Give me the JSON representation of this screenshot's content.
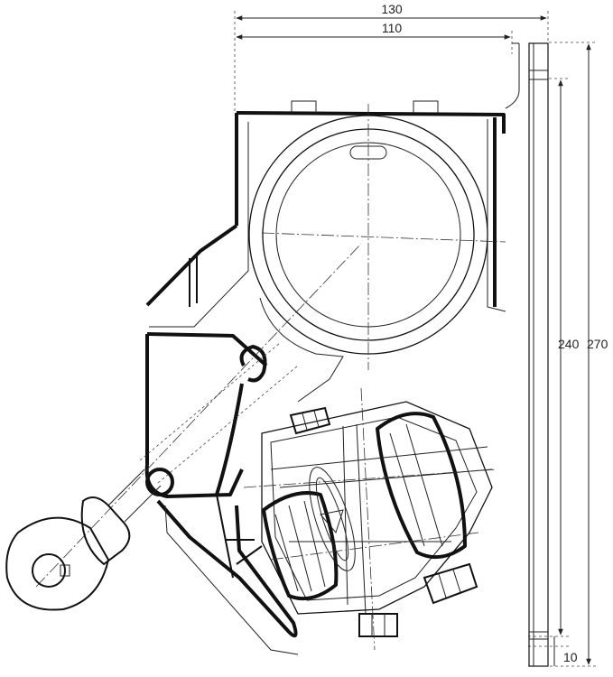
{
  "dimensions": {
    "width_overall": "130",
    "width_inner": "110",
    "height_inner": "240",
    "height_overall": "270",
    "bottom_gap": "10"
  }
}
